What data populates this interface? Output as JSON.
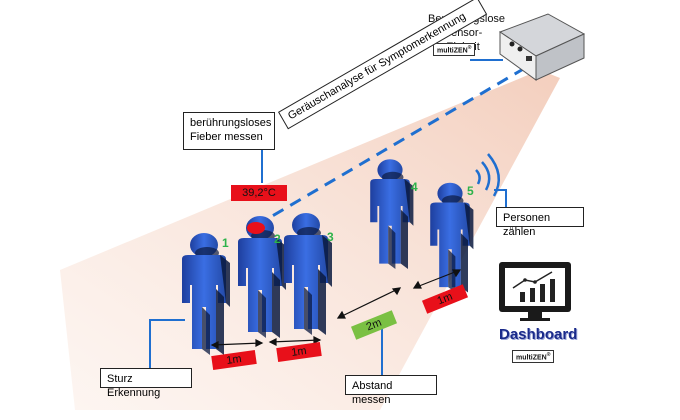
{
  "sensor": {
    "label_line1": "Berührungslose",
    "label_line2": "Sensor-Einheit",
    "logo": "multiZEN"
  },
  "callouts": {
    "fever_line1": "berührungsloses",
    "fever_line2": "Fieber messen",
    "temperature": "39,2°C",
    "noise_analysis": "Geräuschanalyse für Symptomerkennung",
    "count_people": "Personen zählen",
    "fall_detection": "Sturz Erkennung",
    "distance": "Abstand messen"
  },
  "figures": [
    "1",
    "2",
    "3",
    "4",
    "5"
  ],
  "distances": {
    "d12": "1m",
    "d23": "1m",
    "d34": "2m",
    "d45": "1m"
  },
  "dashboard": {
    "title": "Dashboard",
    "logo": "multiZEN"
  },
  "colors": {
    "person_blue": "#2e5fd6",
    "beam": "#f6d9cc",
    "dash_line": "#1f6fd0",
    "red_tag": "#e8101a",
    "green_tag": "#7ac043",
    "green_number": "#2db34a",
    "connector": "#1f6fd0"
  }
}
